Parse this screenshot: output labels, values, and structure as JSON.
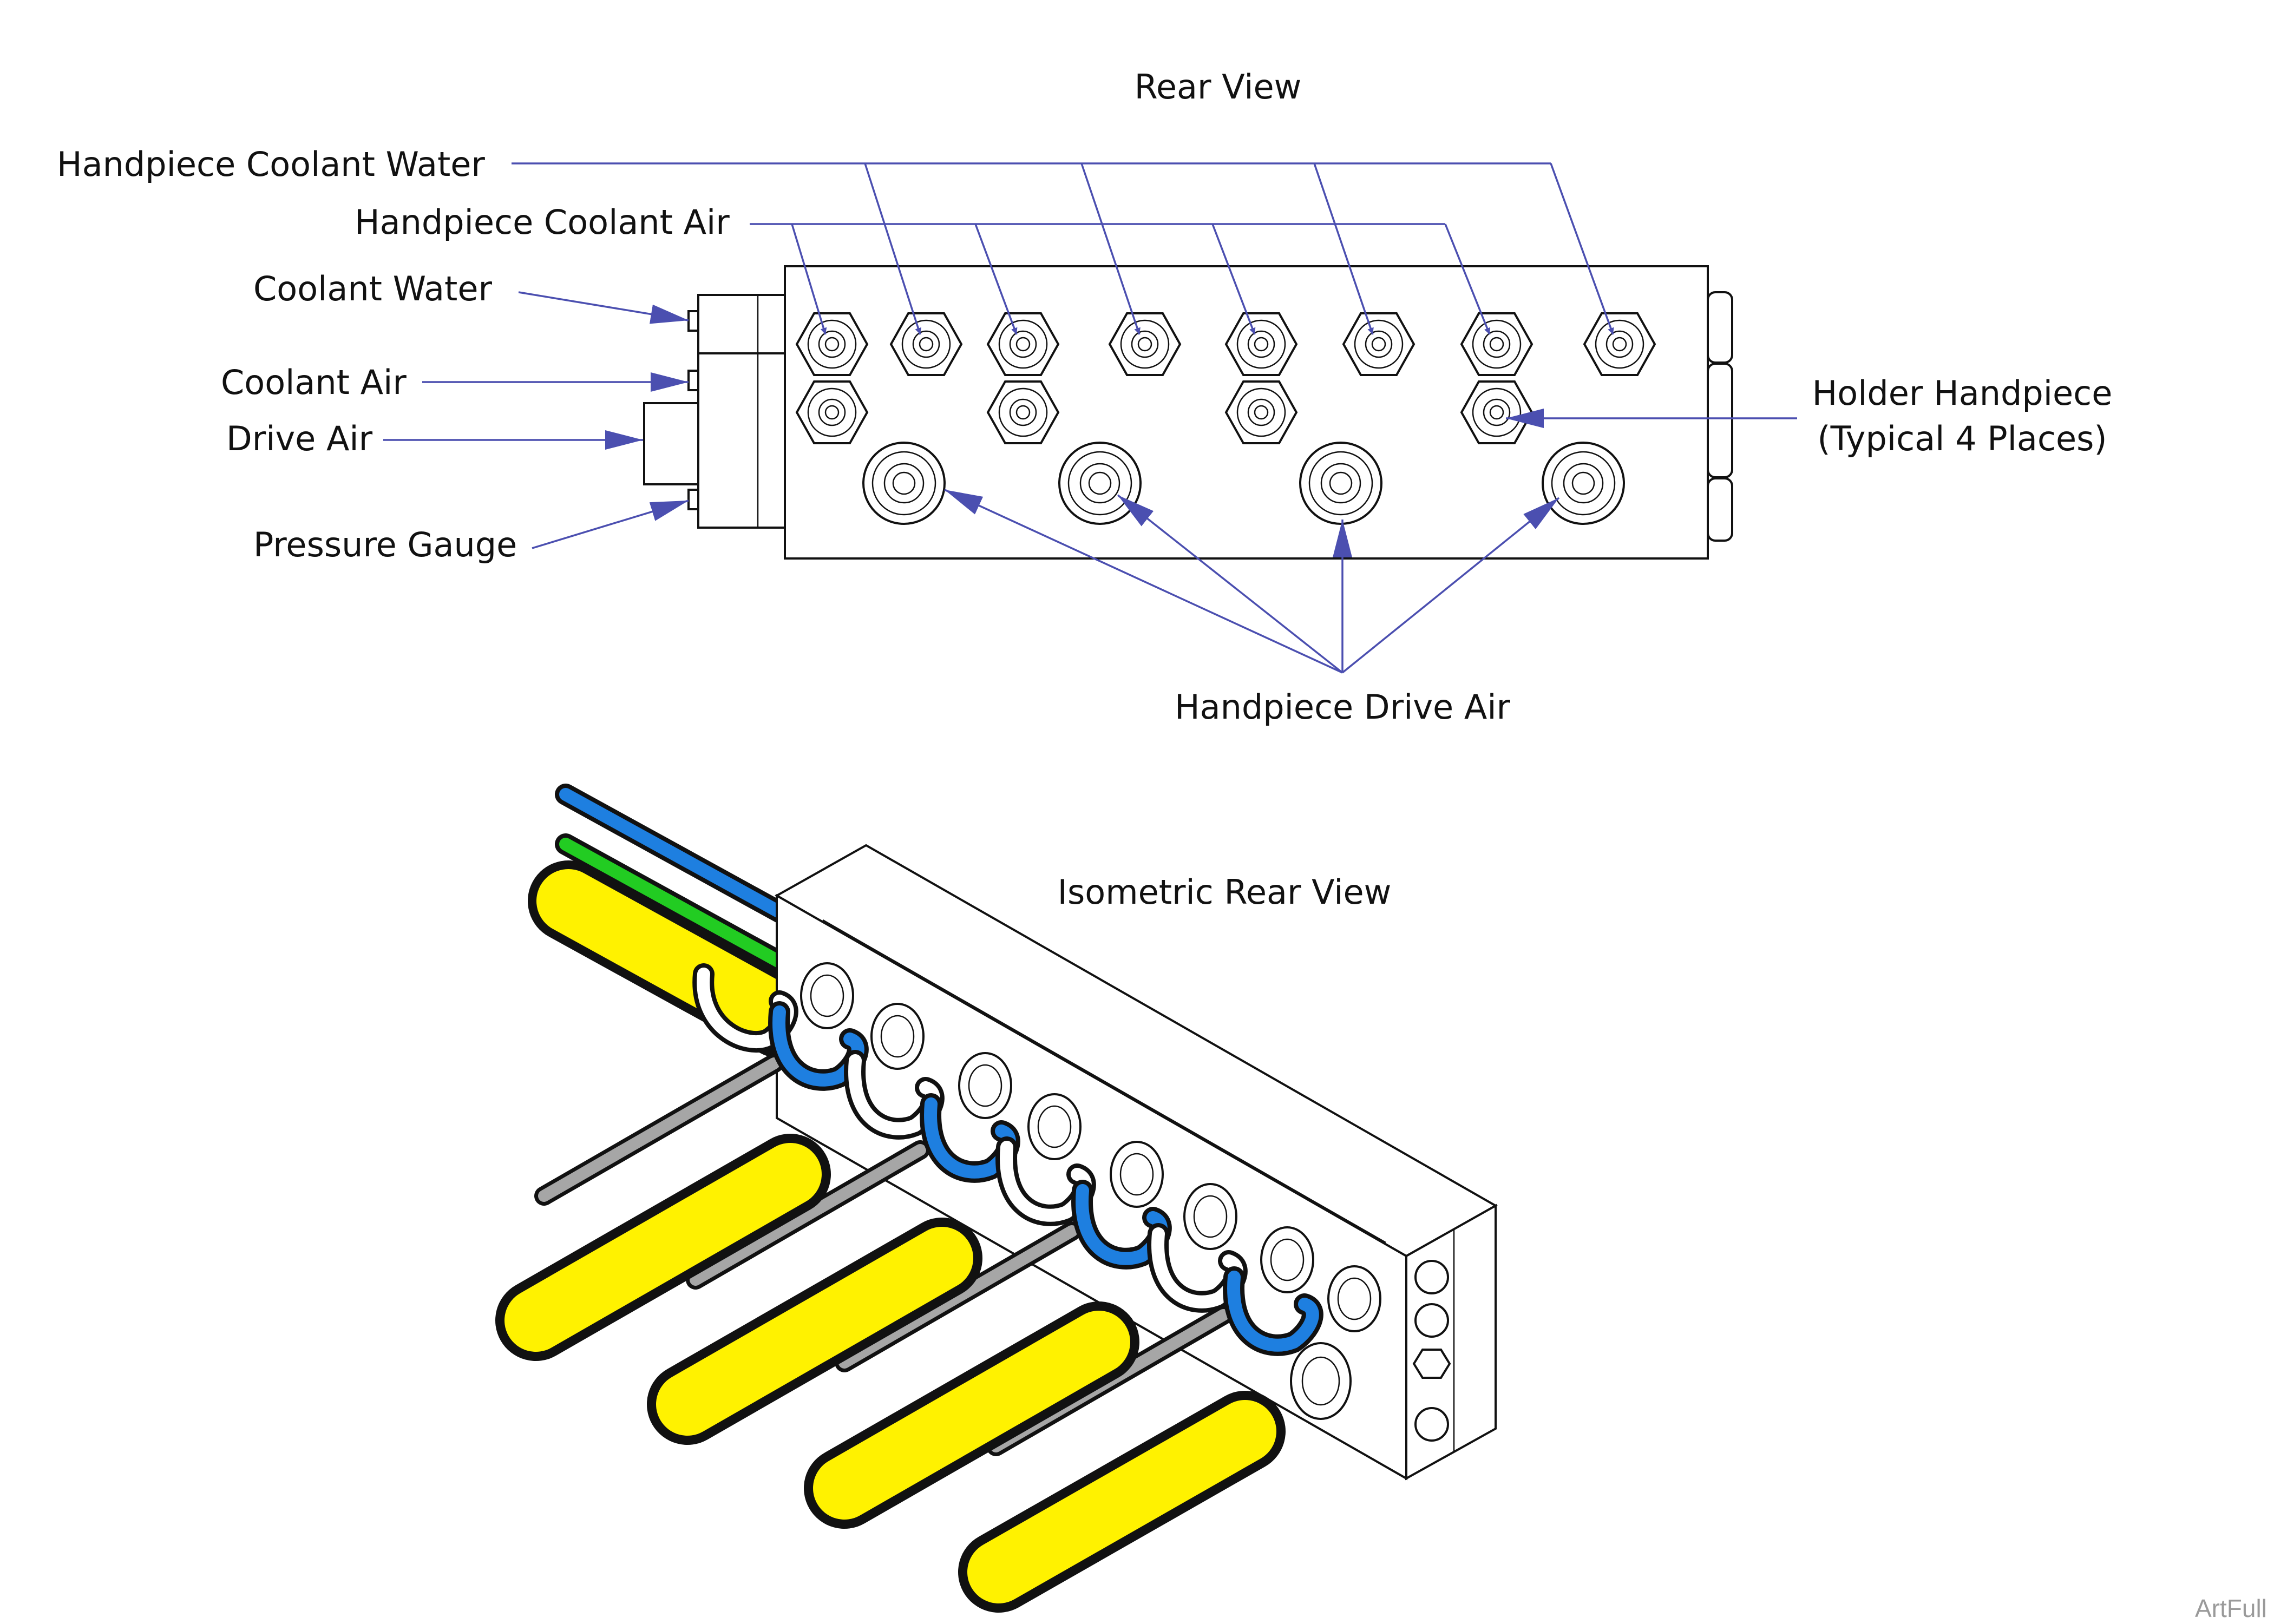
{
  "diagram": {
    "rear_view_title": "Rear View",
    "isometric_title": "Isometric Rear View",
    "labels": {
      "handpiece_coolant_water": "Handpiece Coolant Water",
      "handpiece_coolant_air": "Handpiece Coolant Air",
      "coolant_water": "Coolant Water",
      "coolant_air": "Coolant Air",
      "drive_air": "Drive Air",
      "pressure_gauge": "Pressure Gauge",
      "holder_handpiece_line1": "Holder Handpiece",
      "holder_handpiece_line2": "(Typical 4 Places)",
      "handpiece_drive_air": "Handpiece Drive Air"
    },
    "watermark": "ArtFull",
    "colors": {
      "leader_line": "#4b4fb0",
      "tube_blue": "#1e7fe0",
      "tube_green": "#22cc22",
      "tube_yellow": "#fff200",
      "tube_gray": "#a6a6a6",
      "outline": "#111111"
    }
  }
}
